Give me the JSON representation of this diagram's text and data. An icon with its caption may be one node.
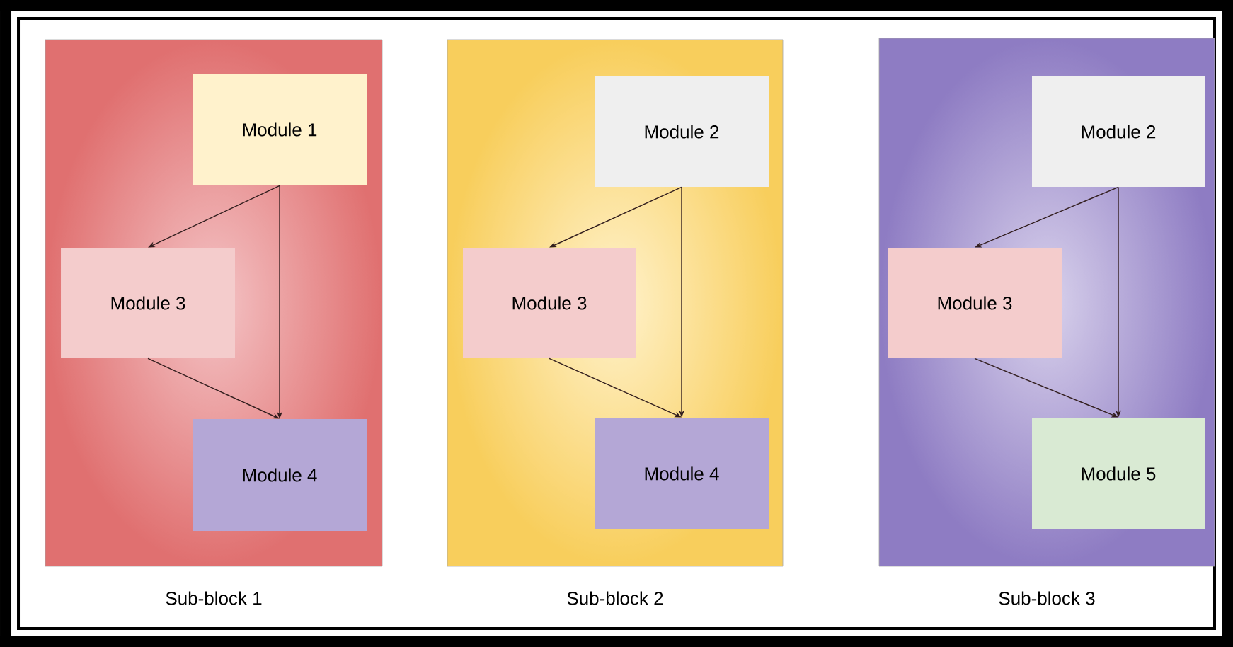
{
  "diagram": {
    "nodes": [
      {
        "text": [
          "Sub-block 1"
        ]
      },
      {
        "text": [
          "Module 1"
        ],
        "in": 0
      },
      {
        "text": [
          "Module 3"
        ],
        "in": 0
      },
      {
        "text": [
          "Module 4"
        ],
        "in": 0
      },
      {
        "text": [
          "Sub-block 2"
        ]
      },
      {
        "text": [
          "Module 2"
        ],
        "in": 4
      },
      {
        "text": [
          "Module 3"
        ],
        "in": 4
      },
      {
        "text": [
          "Module 4"
        ],
        "in": 4
      },
      {
        "text": [
          "Sub-block 3"
        ]
      },
      {
        "text": [
          "Module 2"
        ],
        "in": 8
      },
      {
        "text": [
          "Module 3"
        ],
        "in": 8
      },
      {
        "text": [
          "Module 5"
        ],
        "in": 8
      }
    ],
    "edges": [
      {
        "from": 1,
        "to": 2,
        "arrow": "to"
      },
      {
        "from": 1,
        "to": 3,
        "arrow": "to"
      },
      {
        "from": 2,
        "to": 3,
        "arrow": "to"
      },
      {
        "from": 5,
        "to": 6,
        "arrow": "to"
      },
      {
        "from": 5,
        "to": 7,
        "arrow": "to"
      },
      {
        "from": 6,
        "to": 7,
        "arrow": "to"
      },
      {
        "from": 9,
        "to": 10,
        "arrow": "to"
      },
      {
        "from": 9,
        "to": 11,
        "arrow": "to"
      },
      {
        "from": 10,
        "to": 11,
        "arrow": "to"
      }
    ]
  }
}
